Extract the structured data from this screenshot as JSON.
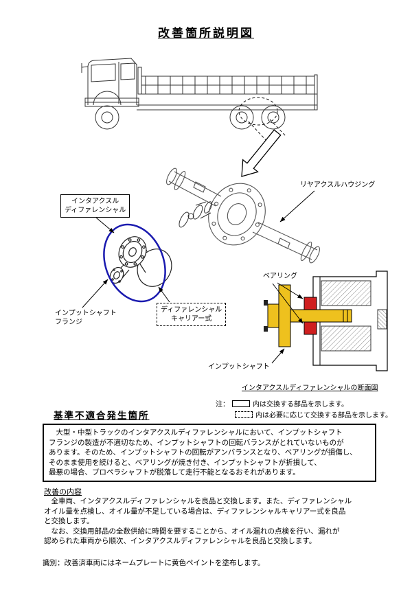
{
  "page": {
    "title": "改善箇所説明図"
  },
  "labels": {
    "interaxle_differential": "インタアクスル\nディファレンシャル",
    "rear_axle_housing": "リヤアクスルハウジング",
    "input_shaft_flange": "インプットシャフト\nフランジ",
    "differential_carrier": "ディファレンシャル\nキャリアー式",
    "bearing": "ベアリング",
    "input_shaft": "インプットシャフト",
    "cross_section_caption": "インタアクスルディファレンシャルの断面図"
  },
  "legend": {
    "prefix": "注：",
    "replace": "内は交換する部品を示します。",
    "replace_as_needed": "内は必要に応じて交換する部品を示します。"
  },
  "defect": {
    "heading": "基準不適合発生箇所",
    "body": "　大型・中型トラックのインタアクスルディファレンシャルにおいて、インプットシャフト\nフランジの製造が不適切なため、インプットシャフトの回転バランスがとれていないものが\nあります。そのため、インプットシャフトの回転がアンバランスとなり、ベアリングが損傷し、\nそのまま使用を続けると、ベアリングが焼き付き、インプットシャフトが折損して、\n最悪の場合、プロペラシャフトが脱落して走行不能となるおそれがあります。"
  },
  "improvement": {
    "heading": "改善の内容",
    "body": "　全車両、インタアクスルディファレンシャルを良品と交換します。また、ディファレンシャル\nオイル量を点検し、オイル量が不足している場合は、ディファレンシャルキャリアー式を良品\nと交換します。\n　なお、交換用部品の全数供給に時間を要することから、オイル漏れの点検を行い、漏れが\n認められた車両から順次、インタアクスルディファレンシャルを良品と交換します。"
  },
  "identification": "識別：改善済車両にはネームプレートに黄色ペイントを塗布します。",
  "colors": {
    "highlight_yellow": "#eec11e",
    "bearing_red": "#cf1f1f",
    "ellipse_blue": "#1a1aaf"
  }
}
